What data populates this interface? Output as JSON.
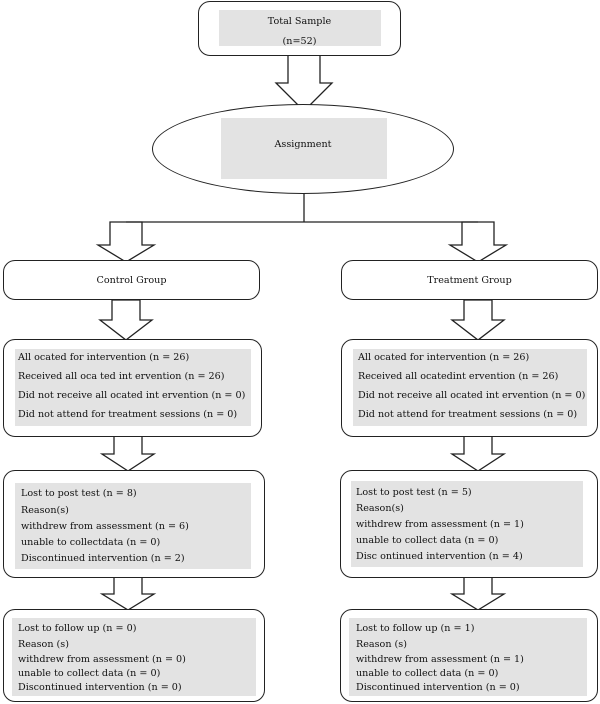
{
  "total": {
    "title": "Total Sample",
    "count": "(n=52)"
  },
  "assignment": {
    "label": "Assignment"
  },
  "control": {
    "header": "Control Group",
    "allocation": [
      "All ocated for intervention (n = 26)",
      "Received all oca ted int ervention (n = 26)",
      "Did not receive all ocated int ervention (n = 0)",
      "Did not attend for treatment sessions (n = 0)"
    ],
    "post_test": [
      "Lost to post test (n = 8)",
      "Reason(s)",
      "withdrew from assessment (n = 6)",
      "unable to collectdata (n = 0)",
      "Discontinued intervention (n = 2)"
    ],
    "follow_up": [
      "Lost to follow up (n = 0)",
      "Reason (s)",
      "withdrew from assessment (n = 0)",
      "unable to collect data (n = 0)",
      "Discontinued intervention (n = 0)"
    ]
  },
  "treatment": {
    "header": "Treatment Group",
    "allocation": [
      "All ocated for intervention (n = 26)",
      "Received all ocatedint ervention (n = 26)",
      "Did not receive all ocated int ervention (n = 0)",
      "Did not attend for treatment sessions (n = 0)"
    ],
    "post_test": [
      "Lost to post test (n = 5)",
      "Reason(s)",
      "withdrew from assessment (n = 1)",
      "unable to collect data (n = 0)",
      "Disc ontinued intervention (n = 4)"
    ],
    "follow_up": [
      "Lost to follow up (n = 1)",
      "Reason (s)",
      "withdrew from assessment (n = 1)",
      "unable to collect data (n = 0)",
      "Discontinued intervention (n = 0)"
    ]
  }
}
